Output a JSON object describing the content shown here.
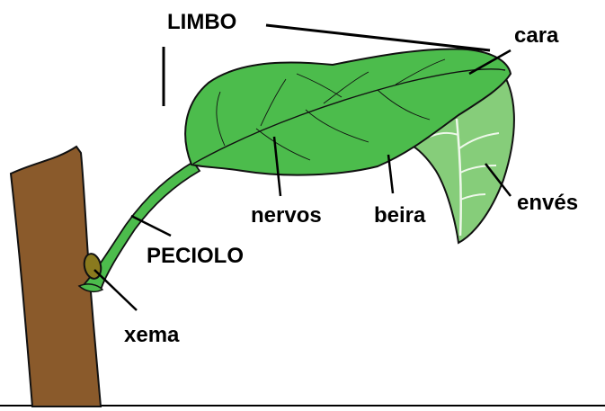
{
  "labels": {
    "limbo": "LIMBO",
    "cara": "cara",
    "nervos": "nervos",
    "beira": "beira",
    "enves": "envés",
    "peciolo": "PECIOLO",
    "xema": "xema"
  },
  "colors": {
    "leaf_upper": "#4cbc4c",
    "leaf_under": "#86cd7a",
    "outline": "#111111",
    "stem": "#8a5a2b",
    "bud": "#8a7a1e",
    "leader": "#000000",
    "background": "#ffffff"
  }
}
